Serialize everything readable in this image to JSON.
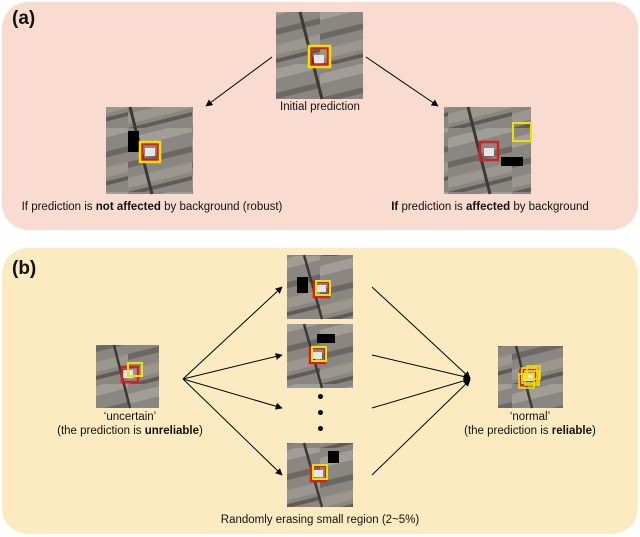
{
  "panel_a": {
    "label": "(a)",
    "top_caption": "Initial prediction",
    "left_caption": {
      "pre": "If prediction is ",
      "bold1": "not affected",
      "mid": " by background (robust)"
    },
    "right_caption": {
      "pre": "",
      "bold1": "If",
      "mid": " prediction is ",
      "bold2": "affected",
      "post": " by background"
    }
  },
  "panel_b": {
    "label": "(b)",
    "left_caption_line1": "‘uncertain’",
    "left_caption_line2": {
      "pre": "(the prediction is ",
      "bold": "unreliable",
      "post": ")"
    },
    "right_caption_line1": "‘normal’",
    "right_caption_line2": {
      "pre": "(the prediction is ",
      "bold": "reliable",
      "post": ")"
    },
    "bottom_caption": "Randomly erasing small region (2~5%)"
  },
  "colors": {
    "panel_a_bg": "#f9dccf",
    "panel_b_bg": "#fcebc0",
    "yellow_box": "#f0e000",
    "red_box": "#d42020"
  }
}
